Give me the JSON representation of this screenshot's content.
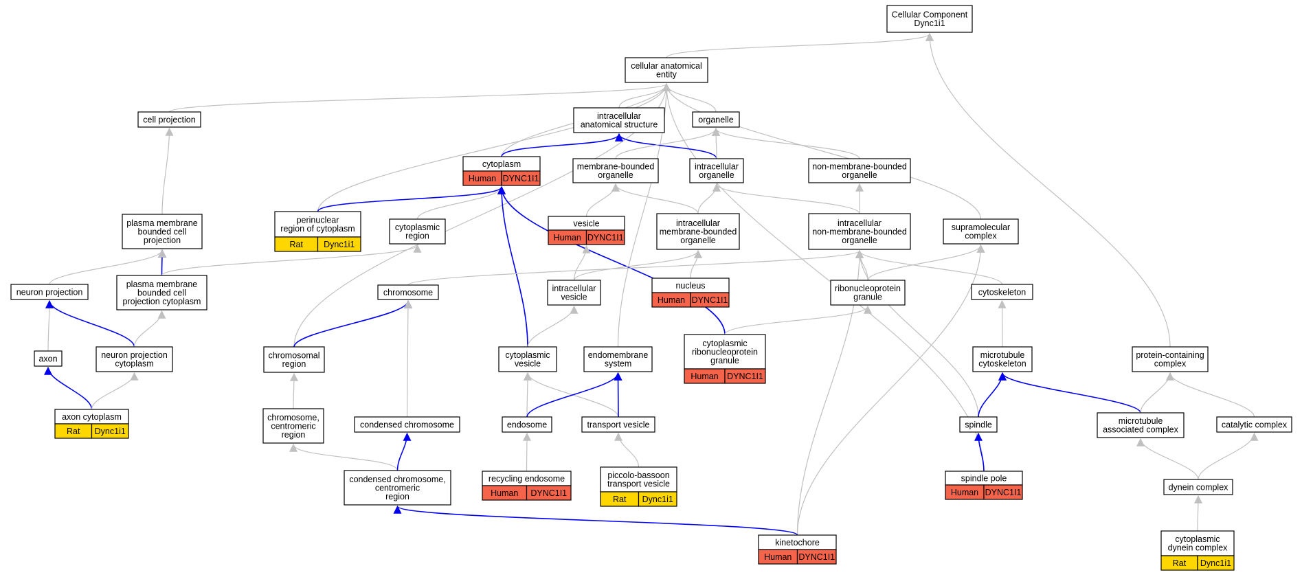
{
  "colors": {
    "edge_grey": "#c0c0c0",
    "edge_blue": "#0000ee",
    "human": "#f4634a",
    "rat": "#ffd700",
    "node_border": "#000000"
  },
  "nodes": [
    {
      "id": "cc_root",
      "lines": [
        "Cellular Component",
        "Dync1i1"
      ]
    },
    {
      "id": "cae",
      "lines": [
        "cellular anatomical",
        "entity"
      ]
    },
    {
      "id": "cell_proj",
      "lines": [
        "cell projection"
      ]
    },
    {
      "id": "ias",
      "lines": [
        "intracellular",
        "anatomical structure"
      ]
    },
    {
      "id": "organelle",
      "lines": [
        "organelle"
      ]
    },
    {
      "id": "cytoplasm",
      "lines": [
        "cytoplasm"
      ],
      "ann": [
        {
          "org": "Human",
          "gene": "DYNC1I1"
        }
      ]
    },
    {
      "id": "mbo",
      "lines": [
        "membrane-bounded",
        "organelle"
      ]
    },
    {
      "id": "io",
      "lines": [
        "intracellular",
        "organelle"
      ]
    },
    {
      "id": "nmbo",
      "lines": [
        "non-membrane-bounded",
        "organelle"
      ]
    },
    {
      "id": "pmbcp",
      "lines": [
        "plasma membrane",
        "bounded cell",
        "projection"
      ]
    },
    {
      "id": "perinuc",
      "lines": [
        "perinuclear",
        "region of cytoplasm"
      ],
      "ann": [
        {
          "org": "Rat",
          "gene": "Dync1i1"
        }
      ]
    },
    {
      "id": "cyto_region",
      "lines": [
        "cytoplasmic",
        "region"
      ]
    },
    {
      "id": "vesicle",
      "lines": [
        "vesicle"
      ],
      "ann": [
        {
          "org": "Human",
          "gene": "DYNC1I1"
        }
      ]
    },
    {
      "id": "imbo",
      "lines": [
        "intracellular",
        "membrane-bounded",
        "organelle"
      ]
    },
    {
      "id": "inmbo",
      "lines": [
        "intracellular",
        "non-membrane-bounded",
        "organelle"
      ]
    },
    {
      "id": "supra",
      "lines": [
        "supramolecular",
        "complex"
      ]
    },
    {
      "id": "neuron_proj",
      "lines": [
        "neuron projection"
      ]
    },
    {
      "id": "pmbcpc",
      "lines": [
        "plasma membrane",
        "bounded cell",
        "projection cytoplasm"
      ]
    },
    {
      "id": "chromosome",
      "lines": [
        "chromosome"
      ]
    },
    {
      "id": "ivesicle",
      "lines": [
        "intracellular",
        "vesicle"
      ]
    },
    {
      "id": "nucleus",
      "lines": [
        "nucleus"
      ],
      "ann": [
        {
          "org": "Human",
          "gene": "DYNC1I1"
        }
      ]
    },
    {
      "id": "rnp_gran",
      "lines": [
        "ribonucleoprotein",
        "granule"
      ]
    },
    {
      "id": "cytoskel",
      "lines": [
        "cytoskeleton"
      ]
    },
    {
      "id": "axon",
      "lines": [
        "axon"
      ]
    },
    {
      "id": "npc",
      "lines": [
        "neuron projection",
        "cytoplasm"
      ]
    },
    {
      "id": "chrom_region",
      "lines": [
        "chromosomal",
        "region"
      ]
    },
    {
      "id": "cyto_vesicle",
      "lines": [
        "cytoplasmic",
        "vesicle"
      ]
    },
    {
      "id": "endomem",
      "lines": [
        "endomembrane",
        "system"
      ]
    },
    {
      "id": "crnp",
      "lines": [
        "cytoplasmic",
        "ribonucleoprotein",
        "granule"
      ],
      "ann": [
        {
          "org": "Human",
          "gene": "DYNC1I1"
        }
      ]
    },
    {
      "id": "mt_cytoskel",
      "lines": [
        "microtubule",
        "cytoskeleton"
      ]
    },
    {
      "id": "pcc",
      "lines": [
        "protein-containing",
        "complex"
      ]
    },
    {
      "id": "axon_cyto",
      "lines": [
        "axon cytoplasm"
      ],
      "ann": [
        {
          "org": "Rat",
          "gene": "Dync1i1"
        }
      ]
    },
    {
      "id": "chrom_centro",
      "lines": [
        "chromosome,",
        "centromeric",
        "region"
      ]
    },
    {
      "id": "cond_chrom",
      "lines": [
        "condensed chromosome"
      ]
    },
    {
      "id": "endosome",
      "lines": [
        "endosome"
      ]
    },
    {
      "id": "transport_ves",
      "lines": [
        "transport vesicle"
      ]
    },
    {
      "id": "spindle",
      "lines": [
        "spindle"
      ]
    },
    {
      "id": "mac",
      "lines": [
        "microtubule",
        "associated complex"
      ]
    },
    {
      "id": "catalytic",
      "lines": [
        "catalytic complex"
      ]
    },
    {
      "id": "ccc",
      "lines": [
        "condensed chromosome,",
        "centromeric",
        "region"
      ]
    },
    {
      "id": "recyc_endo",
      "lines": [
        "recycling endosome"
      ],
      "ann": [
        {
          "org": "Human",
          "gene": "DYNC1I1"
        }
      ]
    },
    {
      "id": "piccolo",
      "lines": [
        "piccolo-bassoon",
        "transport vesicle"
      ],
      "ann": [
        {
          "org": "Rat",
          "gene": "Dync1i1"
        }
      ]
    },
    {
      "id": "spindle_pole",
      "lines": [
        "spindle pole"
      ],
      "ann": [
        {
          "org": "Human",
          "gene": "DYNC1I1"
        }
      ]
    },
    {
      "id": "dynein",
      "lines": [
        "dynein complex"
      ]
    },
    {
      "id": "kinetochore",
      "lines": [
        "kinetochore"
      ],
      "ann": [
        {
          "org": "Human",
          "gene": "DYNC1I1"
        }
      ]
    },
    {
      "id": "cdc",
      "lines": [
        "cytoplasmic",
        "dynein complex"
      ],
      "ann": [
        {
          "org": "Rat",
          "gene": "Dync1i1"
        }
      ]
    }
  ],
  "edges": [
    {
      "from": "cae",
      "to": "cc_root",
      "color": "grey"
    },
    {
      "from": "pcc",
      "to": "cc_root",
      "color": "grey"
    },
    {
      "from": "cell_proj",
      "to": "cae",
      "color": "grey"
    },
    {
      "from": "ias",
      "to": "cae",
      "color": "grey"
    },
    {
      "from": "organelle",
      "to": "cae",
      "color": "grey"
    },
    {
      "from": "cytoplasm",
      "to": "cae",
      "color": "grey"
    },
    {
      "from": "perinuc",
      "to": "cae",
      "color": "grey"
    },
    {
      "from": "chrom_region",
      "to": "cae",
      "color": "grey"
    },
    {
      "from": "supra",
      "to": "cae",
      "color": "grey"
    },
    {
      "from": "endomem",
      "to": "cae",
      "color": "grey"
    },
    {
      "from": "spindle_pole",
      "to": "cae",
      "color": "grey"
    },
    {
      "from": "cytoplasm",
      "to": "ias",
      "color": "blue"
    },
    {
      "from": "io",
      "to": "ias",
      "color": "blue"
    },
    {
      "from": "mbo",
      "to": "organelle",
      "color": "grey"
    },
    {
      "from": "io",
      "to": "organelle",
      "color": "grey"
    },
    {
      "from": "nmbo",
      "to": "organelle",
      "color": "grey"
    },
    {
      "from": "perinuc",
      "to": "cytoplasm",
      "color": "blue"
    },
    {
      "from": "cyto_region",
      "to": "cytoplasm",
      "color": "grey"
    },
    {
      "from": "cyto_vesicle",
      "to": "cytoplasm",
      "color": "blue"
    },
    {
      "from": "crnp",
      "to": "cytoplasm",
      "color": "blue"
    },
    {
      "from": "vesicle",
      "to": "mbo",
      "color": "grey"
    },
    {
      "from": "imbo",
      "to": "mbo",
      "color": "grey"
    },
    {
      "from": "imbo",
      "to": "io",
      "color": "grey"
    },
    {
      "from": "inmbo",
      "to": "io",
      "color": "grey"
    },
    {
      "from": "inmbo",
      "to": "nmbo",
      "color": "grey"
    },
    {
      "from": "pmbcp",
      "to": "cell_proj",
      "color": "grey"
    },
    {
      "from": "pmbcpc",
      "to": "pmbcp",
      "color": "blue"
    },
    {
      "from": "neuron_proj",
      "to": "pmbcp",
      "color": "grey"
    },
    {
      "from": "pmbcpc",
      "to": "cyto_region",
      "color": "grey"
    },
    {
      "from": "ivesicle",
      "to": "vesicle",
      "color": "grey"
    },
    {
      "from": "ivesicle",
      "to": "imbo",
      "color": "grey"
    },
    {
      "from": "nucleus",
      "to": "imbo",
      "color": "grey"
    },
    {
      "from": "chromosome",
      "to": "inmbo",
      "color": "grey"
    },
    {
      "from": "rnp_gran",
      "to": "inmbo",
      "color": "grey"
    },
    {
      "from": "cytoskel",
      "to": "inmbo",
      "color": "grey"
    },
    {
      "from": "kinetochore",
      "to": "inmbo",
      "color": "grey"
    },
    {
      "from": "spindle",
      "to": "inmbo",
      "color": "grey"
    },
    {
      "from": "rnp_gran",
      "to": "supra",
      "color": "grey"
    },
    {
      "from": "kinetochore",
      "to": "supra",
      "color": "grey"
    },
    {
      "from": "axon",
      "to": "neuron_proj",
      "color": "grey"
    },
    {
      "from": "npc",
      "to": "neuron_proj",
      "color": "blue"
    },
    {
      "from": "npc",
      "to": "pmbcpc",
      "color": "grey"
    },
    {
      "from": "chrom_region",
      "to": "chromosome",
      "color": "blue"
    },
    {
      "from": "cond_chrom",
      "to": "chromosome",
      "color": "grey"
    },
    {
      "from": "cyto_vesicle",
      "to": "ivesicle",
      "color": "grey"
    },
    {
      "from": "crnp",
      "to": "rnp_gran",
      "color": "grey"
    },
    {
      "from": "mt_cytoskel",
      "to": "cytoskel",
      "color": "grey"
    },
    {
      "from": "axon_cyto",
      "to": "axon",
      "color": "blue"
    },
    {
      "from": "axon_cyto",
      "to": "npc",
      "color": "grey"
    },
    {
      "from": "chrom_centro",
      "to": "chrom_region",
      "color": "grey"
    },
    {
      "from": "endosome",
      "to": "cyto_vesicle",
      "color": "grey"
    },
    {
      "from": "transport_ves",
      "to": "cyto_vesicle",
      "color": "grey"
    },
    {
      "from": "endosome",
      "to": "endomem",
      "color": "blue"
    },
    {
      "from": "transport_ves",
      "to": "endomem",
      "color": "blue"
    },
    {
      "from": "spindle",
      "to": "mt_cytoskel",
      "color": "blue"
    },
    {
      "from": "mac",
      "to": "mt_cytoskel",
      "color": "blue"
    },
    {
      "from": "mac",
      "to": "pcc",
      "color": "grey"
    },
    {
      "from": "catalytic",
      "to": "pcc",
      "color": "grey"
    },
    {
      "from": "ccc",
      "to": "chrom_centro",
      "color": "grey"
    },
    {
      "from": "ccc",
      "to": "cond_chrom",
      "color": "blue"
    },
    {
      "from": "recyc_endo",
      "to": "endosome",
      "color": "grey"
    },
    {
      "from": "piccolo",
      "to": "transport_ves",
      "color": "grey"
    },
    {
      "from": "spindle_pole",
      "to": "spindle",
      "color": "blue"
    },
    {
      "from": "dynein",
      "to": "mac",
      "color": "grey"
    },
    {
      "from": "dynein",
      "to": "catalytic",
      "color": "grey"
    },
    {
      "from": "kinetochore",
      "to": "ccc",
      "color": "blue"
    },
    {
      "from": "cdc",
      "to": "dynein",
      "color": "grey"
    }
  ]
}
